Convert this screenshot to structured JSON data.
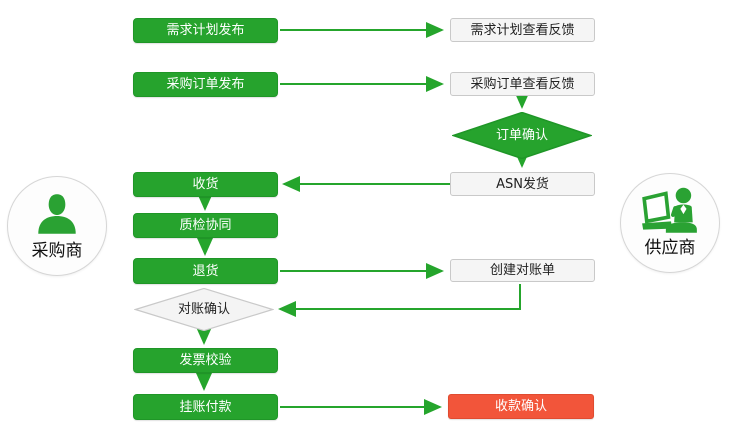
{
  "colors": {
    "primary_green": "#26a32d",
    "connector_green": "#25a52c",
    "accent_red": "#f2553a",
    "neutral_fill": "#f5f5f5",
    "neutral_border": "#c9c9c9"
  },
  "actors": {
    "purchaser": "采购商",
    "supplier": "供应商"
  },
  "flow": {
    "demand_plan_publish": "需求计划发布",
    "purchase_order_publish": "采购订单发布",
    "receive_goods": "收货",
    "quality_inspection": "质检协同",
    "return_goods": "退货",
    "statement_confirm": "对账确认",
    "invoice_verification": "发票校验",
    "pending_payment": "挂账付款",
    "demand_plan_feedback": "需求计划查看反馈",
    "purchase_order_feedback": "采购订单查看反馈",
    "order_confirm": "订单确认",
    "asn_shipping": "ASN发货",
    "create_statement": "创建对账单",
    "payment_confirm": "收款确认"
  }
}
